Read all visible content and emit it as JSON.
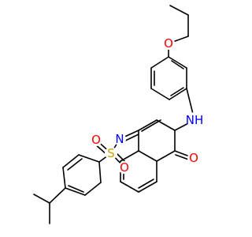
{
  "molecule": {
    "atoms": {
      "o_ether": "O",
      "nh": "NH",
      "n_imine": "N",
      "s": "S",
      "o_sulfonyl_1": "O",
      "o_sulfonyl_2": "O",
      "o_ketone": "O"
    },
    "colors": {
      "bond": "#000000",
      "oxygen": "#ff0000",
      "nitrogen": "#0000ff",
      "sulfur": "#c8a000"
    }
  }
}
